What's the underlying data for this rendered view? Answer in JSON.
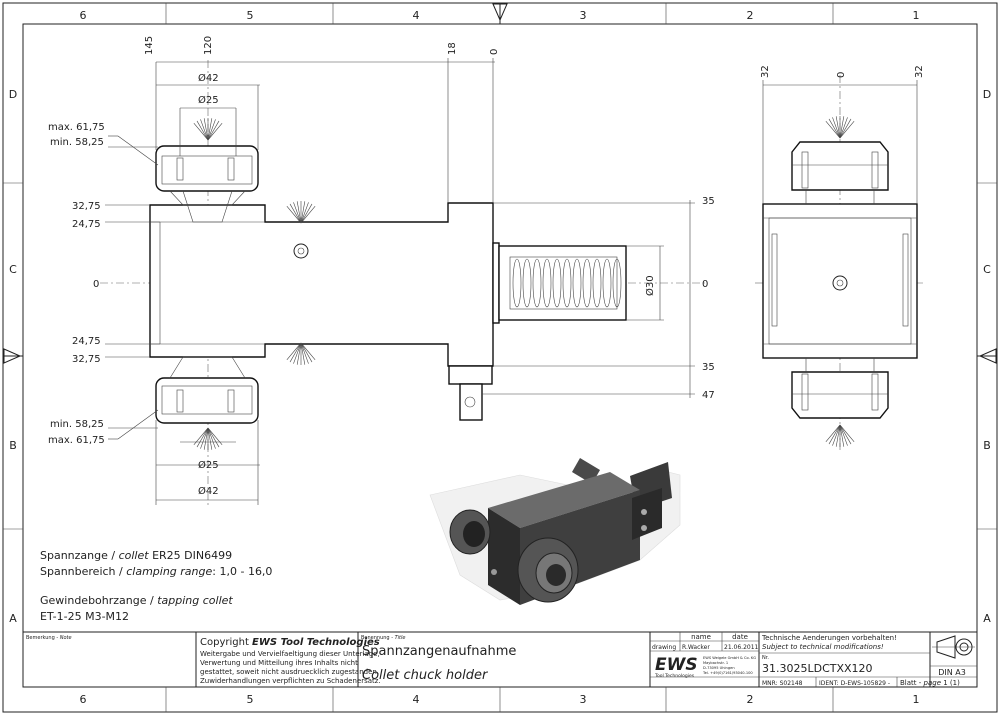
{
  "border": {
    "cols_top": [
      "6",
      "5",
      "4",
      "3",
      "2",
      "1"
    ],
    "cols_bottom": [
      "6",
      "5",
      "4",
      "3",
      "2",
      "1"
    ],
    "rows_left": [
      "D",
      "C",
      "B",
      "A"
    ],
    "rows_right": [
      "D",
      "C",
      "B",
      "A"
    ]
  },
  "dims_front": {
    "d145": "145",
    "d120": "120",
    "d18": "18",
    "d0_top": "0",
    "phi42_top": "Ø42",
    "phi25_top": "Ø25",
    "max_top": "max. 61,75",
    "min_top": "min. 58,25",
    "d3275_top": "32,75",
    "d2475_top": "24,75",
    "d0_left": "0",
    "d2475_bot": "24,75",
    "d3275_bot": "32,75",
    "min_bot": "min. 58,25",
    "max_bot": "max. 61,75",
    "phi25_bot": "Ø25",
    "phi42_bot": "Ø42",
    "d35_top": "35",
    "d0_right": "0",
    "d35_bot": "35",
    "d47": "47",
    "phi30": "Ø30"
  },
  "dims_side": {
    "d32_left": "32",
    "d0": "0",
    "d32_right": "32"
  },
  "notes": {
    "line1_de": "Spannzange /",
    "line1_en": "collet",
    "line1_val": "ER25   DIN6499",
    "line2_de": "Spannbereich /",
    "line2_en": "clamping range",
    "line2_val": ": 1,0 - 16,0",
    "line3_de": "Gewindebohrzange /",
    "line3_en": "tapping collet",
    "line4": "ET-1-25   M3-M12"
  },
  "title_block": {
    "remark_label": "Bemerkung -",
    "remark_label_en": "Note",
    "copyright_prefix": "Copyright ",
    "copyright_brand": "EWS Tool Technologies",
    "copyright_text_1": "Weitergabe und Vervielfaeltigung dieser Unterlage,",
    "copyright_text_2": "Verwertung und Mitteilung ihres Inhalts nicht",
    "copyright_text_3": "gestattet, soweit nicht ausdruecklich zugestanden.",
    "copyright_text_4": "Zuwiderhandlungen verpflichten zu Schadenersatz.",
    "title_label": "Benennung -",
    "title_label_en": "Title",
    "title_de": "Spannzangenaufnahme",
    "title_en": "Collet chuck holder",
    "col_name": "name",
    "col_date": "date",
    "row_drawing": "drawing",
    "drawn_by": "R.Wacker",
    "drawn_date": "21.06.2011",
    "logo": "EWS",
    "logo_sub": "Tool Technologies",
    "company_1": "EWS Weigele GmbH & Co. KG",
    "company_2": "Maybachstr. 1",
    "company_3": "D-73095 Uhingen",
    "company_4": "Tel. +49(0)7161/93040-100",
    "notice_de": "Technische Aenderungen vorbehalten!",
    "notice_en": "Subject to technical modifications!",
    "nr_label": "Nr.",
    "part_number": "31.3025LDCTXX120",
    "format": "DIN A3",
    "mnr": "MNR: S02148",
    "ident": "IDENT: D-EWS-105829 -",
    "sheet_de": "Blatt -",
    "sheet_en": "page",
    "sheet_num": "1 (1)"
  }
}
